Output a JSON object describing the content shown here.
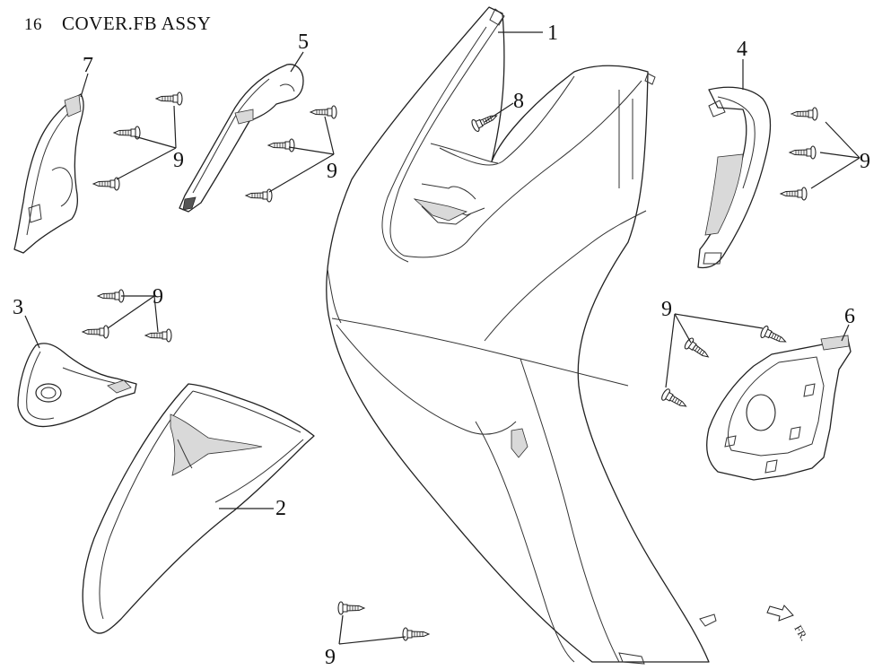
{
  "header": {
    "section_number": "16",
    "title": "COVER.FB ASSY"
  },
  "callouts": [
    "1",
    "2",
    "3",
    "4",
    "5",
    "6",
    "7",
    "8",
    "9"
  ],
  "parts": [
    {
      "key": "1",
      "label": "1",
      "name": "front-cover"
    },
    {
      "key": "2",
      "label": "2",
      "name": "leg-shield-cover"
    },
    {
      "key": "3",
      "label": "3",
      "name": "cover-3"
    },
    {
      "key": "4",
      "label": "4",
      "name": "cover-4"
    },
    {
      "key": "5",
      "label": "5",
      "name": "cover-5"
    },
    {
      "key": "6",
      "label": "6",
      "name": "cover-6"
    },
    {
      "key": "7",
      "label": "7",
      "name": "cover-7"
    },
    {
      "key": "8",
      "label": "8",
      "name": "screw-8"
    },
    {
      "key": "9",
      "label": "9",
      "name": "tapping-screw"
    }
  ],
  "direction_marker": {
    "label": "FR."
  }
}
